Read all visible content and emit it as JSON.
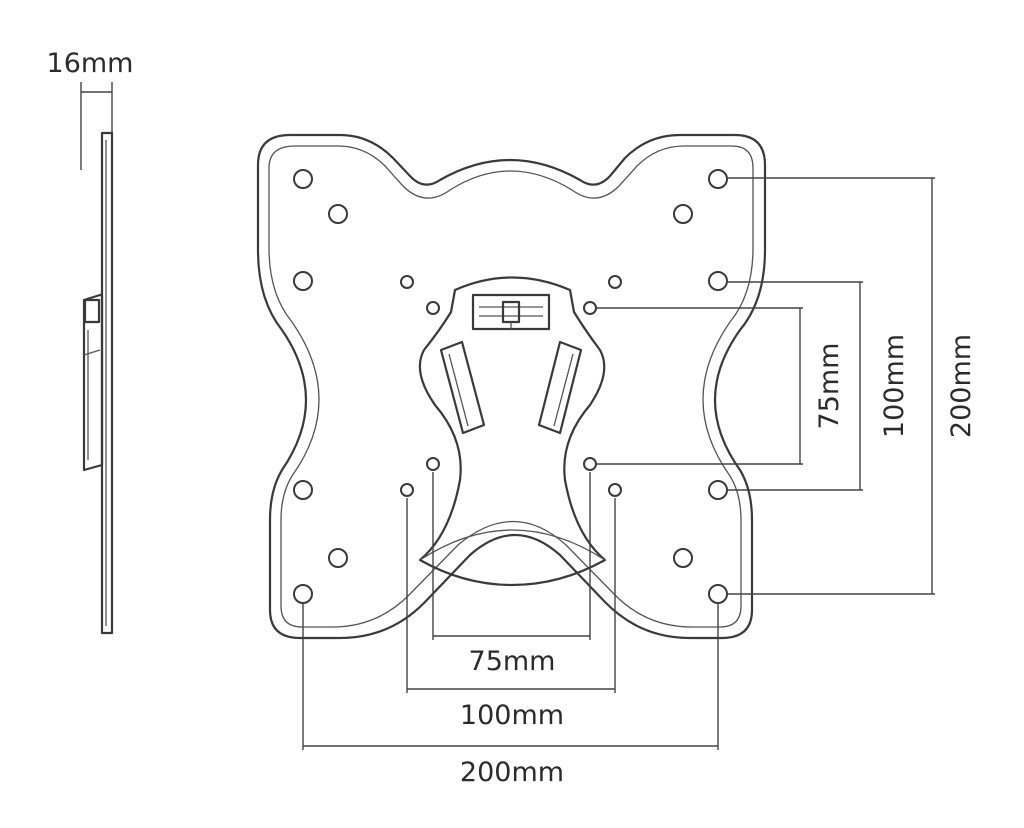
{
  "labels": {
    "side_thickness": "16mm",
    "v75": "75mm",
    "v100": "100mm",
    "v200": "200mm",
    "h75": "75mm",
    "h100": "100mm",
    "h200": "200mm"
  },
  "colors": {
    "line": "#3a3a3a",
    "background": "#ffffff"
  }
}
